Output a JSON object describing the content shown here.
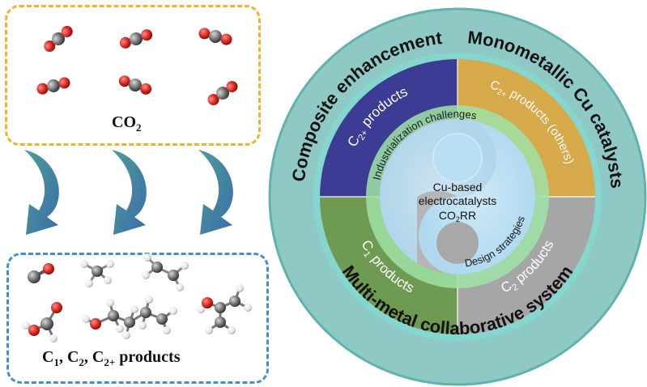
{
  "left": {
    "co2_label": "CO",
    "co2_sub": "2",
    "products_label_parts": [
      "C",
      "1",
      ", C",
      "2",
      ", C",
      "2+",
      " products"
    ]
  },
  "wheel": {
    "outer_labels": {
      "top_left": "Composite enhancement",
      "top_right": "Monometallic Cu catalysts",
      "bottom": "Multi-metal collaborative system"
    },
    "quadrants": {
      "top_left": {
        "prefix": "C",
        "sub": "2+",
        "suffix": " products",
        "color": "#3d3c95"
      },
      "top_right": {
        "prefix": "C",
        "sub": "2+",
        "suffix": " products (others)",
        "color": "#d6a94a"
      },
      "bottom_left": {
        "prefix": "C",
        "sub": "1",
        "suffix": " products",
        "color": "#6f9a52"
      },
      "bottom_right": {
        "prefix": "C",
        "sub": "2",
        "suffix": " products",
        "color": "#a6a6a6"
      }
    },
    "inner_labels": {
      "top": "Industrialization challenges",
      "bottom": "Design strategies"
    },
    "center": {
      "line1": "Cu-based",
      "line2": "electrocatalysts",
      "line3_prefix": "CO",
      "line3_sub": "2",
      "line3_suffix": "RR"
    },
    "colors": {
      "outer_ring": "#8fc9c6",
      "ring_border": "#5fb3ae",
      "glow": "#7fe0d8",
      "inner_text_ring": "#9fe3a6",
      "center": "#b9dff4"
    }
  }
}
